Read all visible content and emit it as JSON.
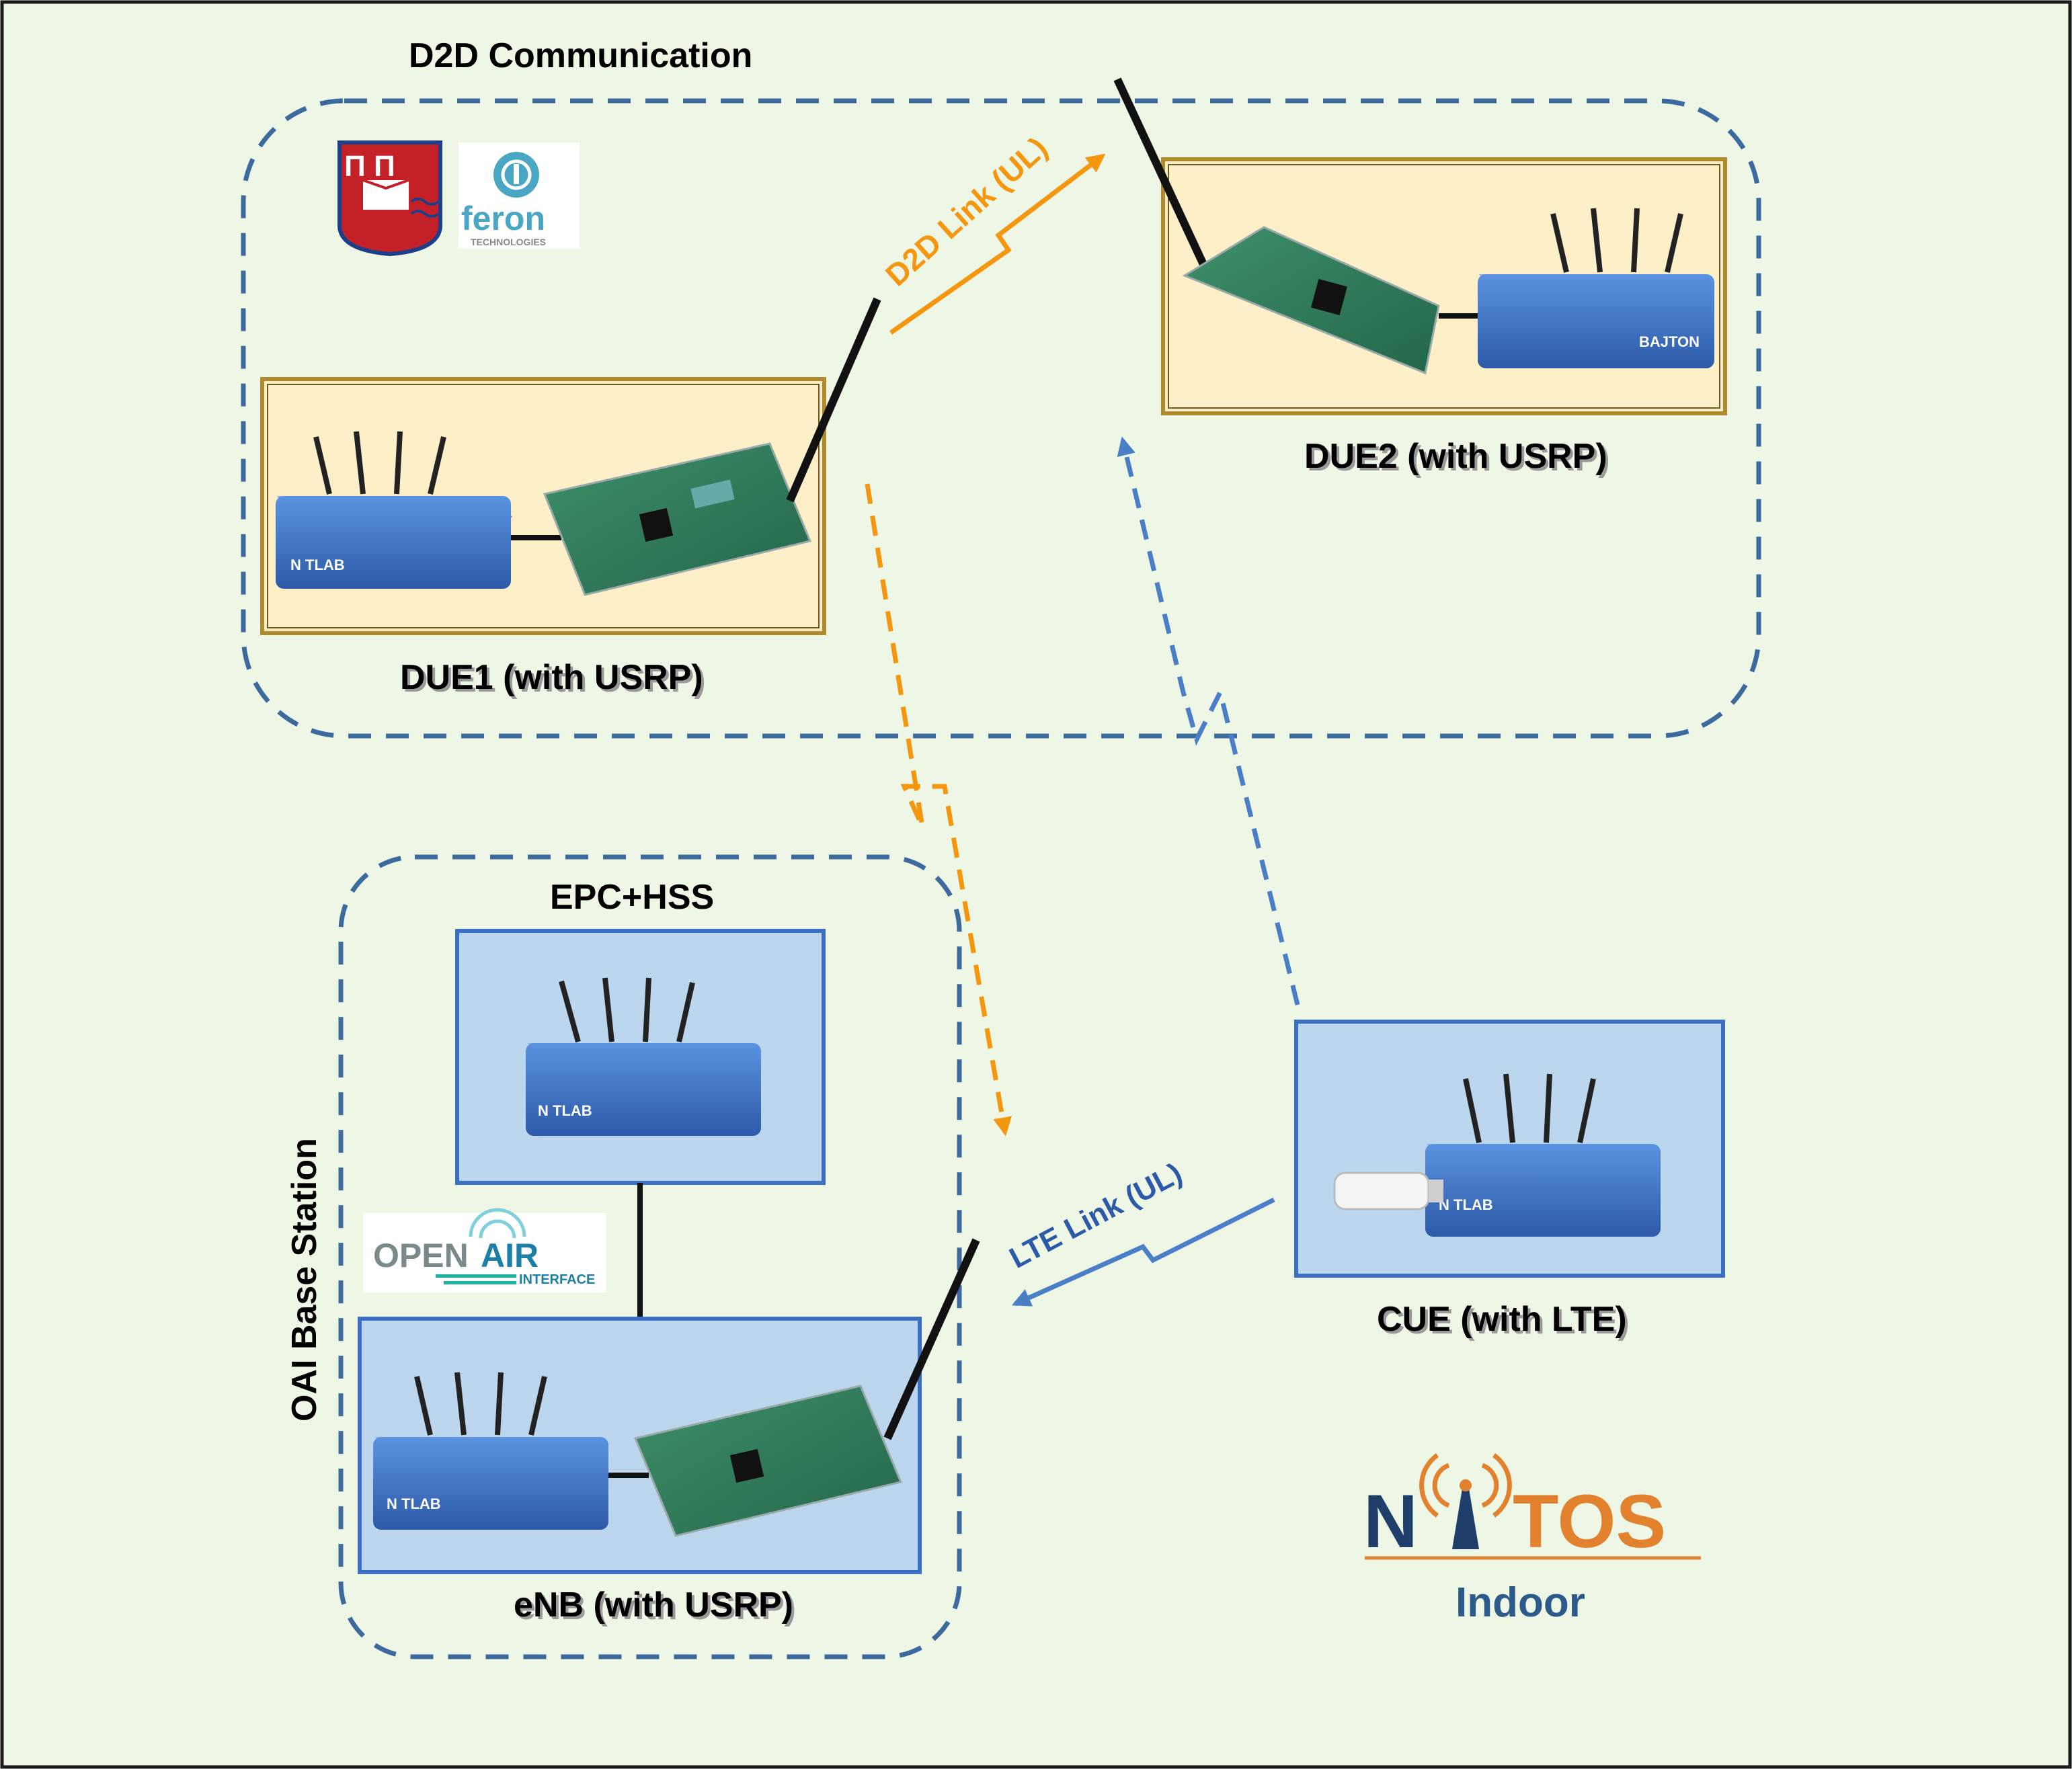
{
  "title": "D2D Communication",
  "groups": {
    "d2d": {
      "label": "D2D Communication"
    },
    "oai": {
      "label": "OAI Base Station"
    }
  },
  "nodes": {
    "due1": {
      "label": "DUE1 (with USRP)"
    },
    "due2": {
      "label": "DUE2 (with USRP)"
    },
    "epc": {
      "label": "EPC+HSS"
    },
    "enb": {
      "label": "eNB (with USRP)"
    },
    "cue": {
      "label": "CUE (with LTE)"
    }
  },
  "links": {
    "d2d": {
      "label": "D2D Link (UL)",
      "color": "#f5960f"
    },
    "lte": {
      "label": "LTE Link (UL)",
      "color": "#4a7fc8"
    }
  },
  "device_brands": {
    "nitlab": "N TLAB",
    "bajton": "BAJTON"
  },
  "logos": {
    "uth": "Π Π",
    "feron": {
      "word": "feron",
      "sub": "TECHNOLOGIES"
    },
    "openair": {
      "open": "OPEN",
      "air": "AIR",
      "interface": "INTERFACE"
    },
    "nitos": {
      "n": "N",
      "tos": "TOS",
      "sub": "Indoor"
    }
  },
  "colors": {
    "background": "#eef6e6",
    "dash": "#3d6a9e",
    "yellow_panel": "#fdf0c8",
    "blue_panel": "#bcd6ee",
    "node_box": "#3b6fc4",
    "orange": "#f5960f",
    "blue_link": "#4a7fc8"
  }
}
